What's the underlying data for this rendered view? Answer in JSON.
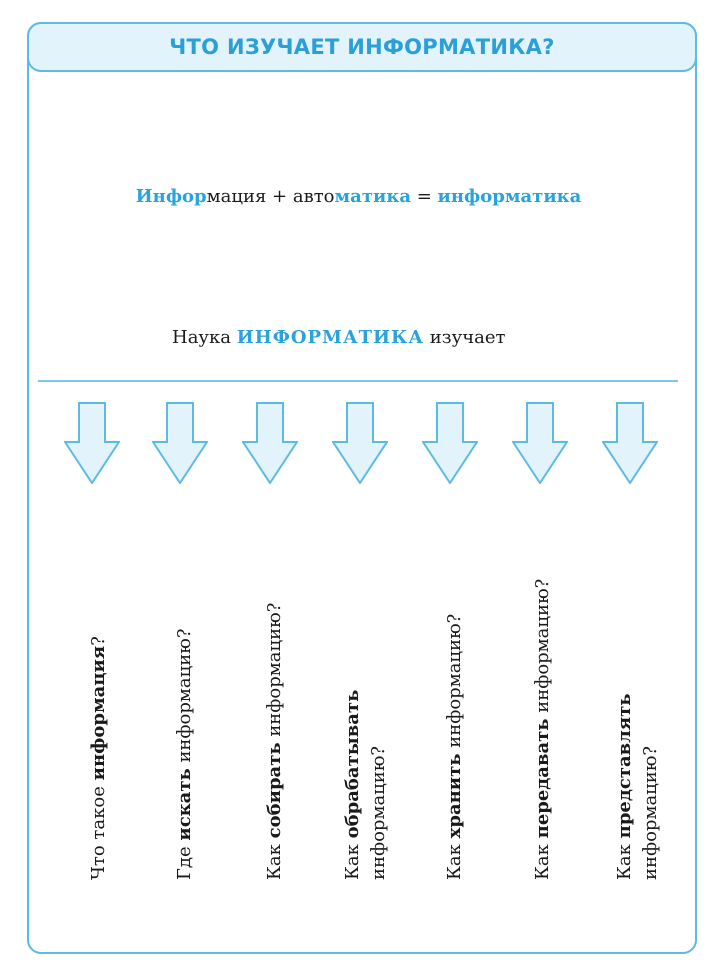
{
  "title": "ЧТО ИЗУЧАЕТ ИНФОРМАТИКА?",
  "formula": {
    "part1_hl": "Инфор",
    "part1_rest": "мация",
    "plus": " + авто",
    "part2_hl": "матика",
    "equals": " = ",
    "result": "информатика"
  },
  "science": {
    "prefix": "Наука ",
    "word": "ИНФОРМАТИКА",
    "suffix": " изучает"
  },
  "columns": [
    {
      "pre": "Что такое ",
      "bold": "информация",
      "post": "?",
      "line2": ""
    },
    {
      "pre": "Где ",
      "bold": "искать",
      "post": " информацию?",
      "line2": ""
    },
    {
      "pre": "Как ",
      "bold": "собирать",
      "post": " информацию?",
      "line2": ""
    },
    {
      "pre": "Как ",
      "bold": "обрабатывать",
      "post": "",
      "line2": "информацию?"
    },
    {
      "pre": "Как ",
      "bold": "хранить",
      "post": " информацию?",
      "line2": ""
    },
    {
      "pre": "Как ",
      "bold": "передавать",
      "post": " информацию?",
      "line2": ""
    },
    {
      "pre": "Как ",
      "bold": "представлять",
      "post": "",
      "line2": "информацию?"
    }
  ],
  "colors": {
    "accent": "#29a3dc",
    "border": "#5bbbe0",
    "arrow_fill": "#e2f3fb"
  }
}
